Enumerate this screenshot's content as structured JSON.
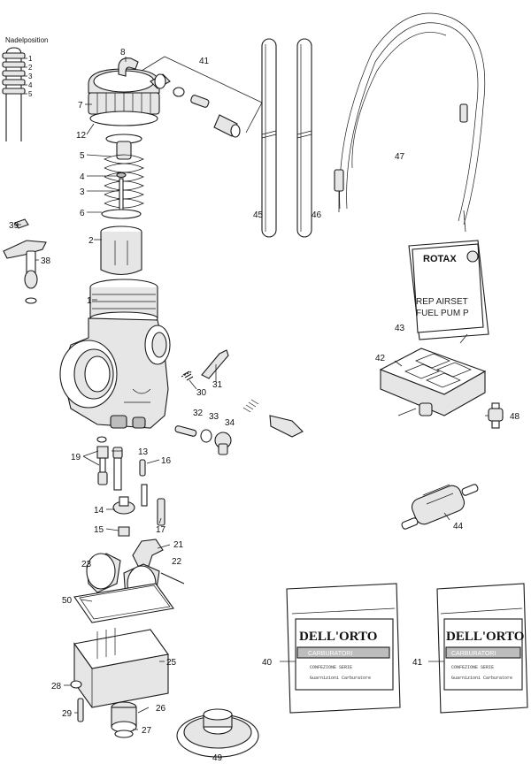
{
  "needle_position": {
    "title": "Nadelposition",
    "positions": [
      "1",
      "2",
      "3",
      "4",
      "5"
    ]
  },
  "callouts": {
    "c1": "1",
    "c2": "2",
    "c3": "3",
    "c4": "4",
    "c5": "5",
    "c6": "6",
    "c7": "7",
    "c8": "8",
    "c12": "12",
    "c13": "13",
    "c14": "14",
    "c15": "15",
    "c16": "16",
    "c17": "17",
    "c19": "19",
    "c21": "21",
    "c22": "22",
    "c23": "23",
    "c25": "25",
    "c26": "26",
    "c27": "27",
    "c28": "28",
    "c29": "29",
    "c30": "30",
    "c31": "31",
    "c32": "32",
    "c33": "33",
    "c34": "34",
    "c38": "38",
    "c39": "39",
    "c40": "40",
    "c41a": "41",
    "c41b": "41",
    "c42": "42",
    "c43": "43",
    "c44": "44",
    "c45": "45",
    "c46": "46",
    "c47": "47",
    "c48": "48",
    "c49": "49",
    "c50": "50"
  },
  "manual": {
    "brand": "ROTAX",
    "line1": "REP AIRSET",
    "line2": "FUEL  PUM P"
  },
  "bags": {
    "brand": "DELL'ORTO",
    "sub": "CARBURATORI",
    "tiny1": "CONFEZIONE   SERIE",
    "tiny2": "Guarnizioni  Carburatore"
  }
}
